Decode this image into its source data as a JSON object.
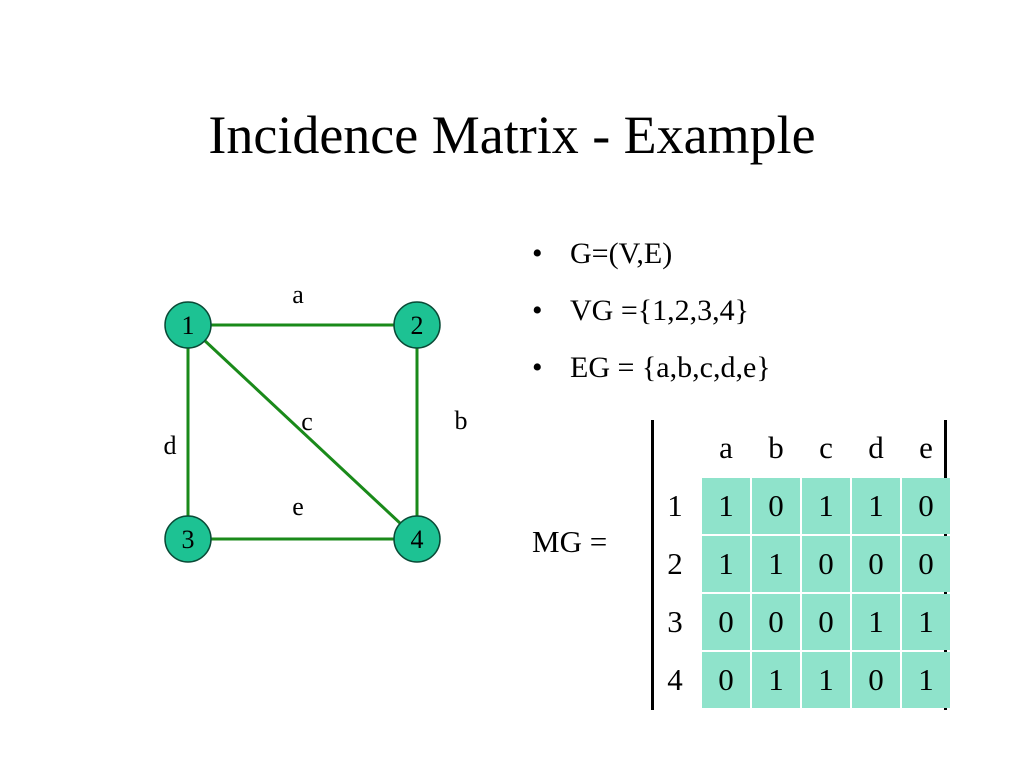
{
  "title": "Incidence Matrix - Example",
  "graph": {
    "node_color": "#1dc293",
    "edge_color": "#1a8a1a",
    "nodes": [
      {
        "id": "1",
        "label": "1"
      },
      {
        "id": "2",
        "label": "2"
      },
      {
        "id": "3",
        "label": "3"
      },
      {
        "id": "4",
        "label": "4"
      }
    ],
    "edges": [
      {
        "id": "a",
        "label": "a",
        "from": "1",
        "to": "2"
      },
      {
        "id": "b",
        "label": "b",
        "from": "2",
        "to": "4"
      },
      {
        "id": "c",
        "label": "c",
        "from": "1",
        "to": "4"
      },
      {
        "id": "d",
        "label": "d",
        "from": "1",
        "to": "3"
      },
      {
        "id": "e",
        "label": "e",
        "from": "3",
        "to": "4"
      }
    ]
  },
  "bullets": [
    {
      "marker": "•",
      "text": "G=(V,E)"
    },
    {
      "marker": "•",
      "text": "VG ={1,2,3,4}"
    },
    {
      "marker": "•",
      "text": "EG = {a,b,c,d,e}"
    }
  ],
  "matrix": {
    "label": "MG =",
    "cell_color": "#8fe3cb",
    "col_headers": [
      "a",
      "b",
      "c",
      "d",
      "e"
    ],
    "row_headers": [
      "1",
      "2",
      "3",
      "4"
    ],
    "rows": [
      [
        "1",
        "0",
        "1",
        "1",
        "0"
      ],
      [
        "1",
        "1",
        "0",
        "0",
        "0"
      ],
      [
        "0",
        "0",
        "0",
        "1",
        "1"
      ],
      [
        "0",
        "1",
        "1",
        "0",
        "1"
      ]
    ]
  }
}
